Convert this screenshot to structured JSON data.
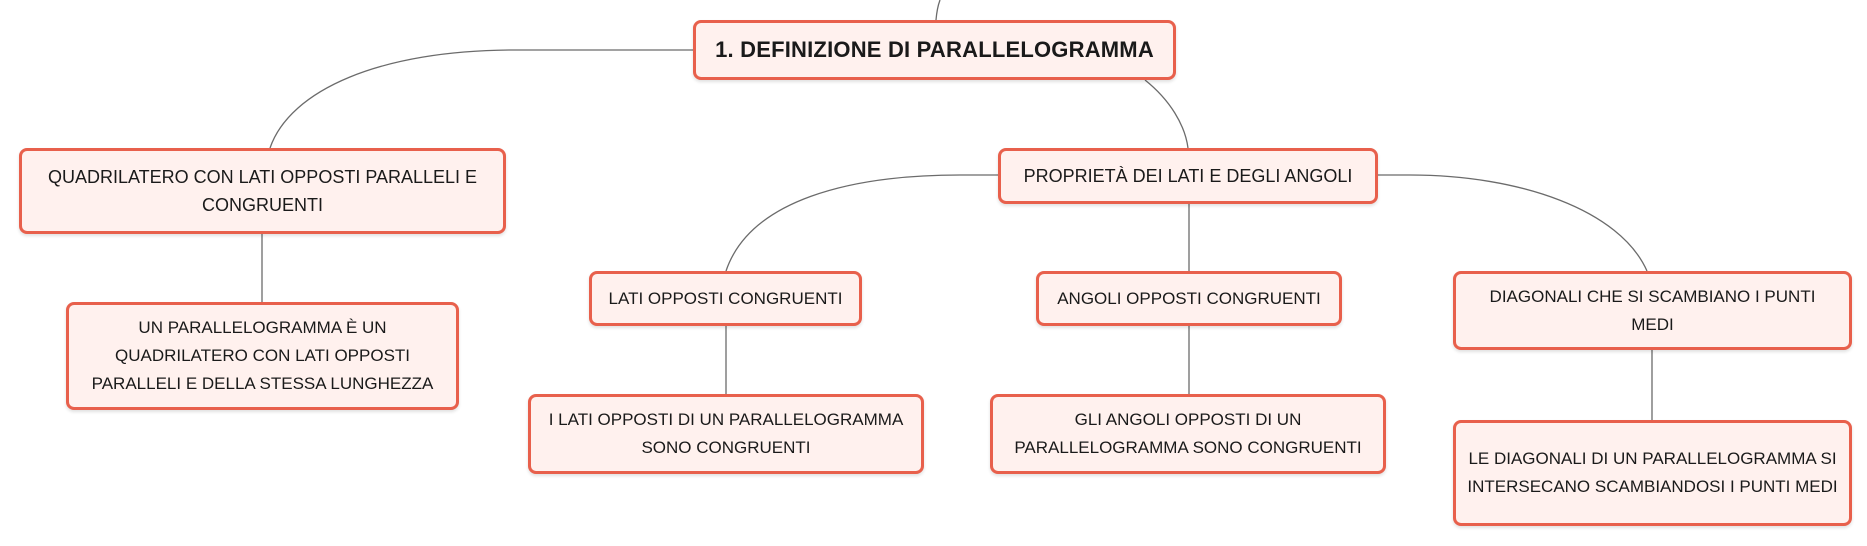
{
  "diagram": {
    "nodes": {
      "root": "1. DEFINIZIONE DI PARALLELOGRAMMA",
      "def": "QUADRILATERO CON LATI OPPOSTI PARALLELI E CONGRUENTI",
      "def_child": "UN PARALLELOGRAMMA È UN QUADRILATERO CON LATI OPPOSTI PARALLELI E DELLA STESSA LUNGHEZZA",
      "prop": "PROPRIETÀ DEI LATI E DEGLI ANGOLI",
      "lati": "LATI OPPOSTI CONGRUENTI",
      "lati_child": "I LATI OPPOSTI DI UN PARALLELOGRAMMA SONO CONGRUENTI",
      "angoli": "ANGOLI OPPOSTI CONGRUENTI",
      "angoli_child": "GLI ANGOLI OPPOSTI DI UN PARALLELOGRAMMA SONO CONGRUENTI",
      "diag": "DIAGONALI CHE SI SCAMBIANO I PUNTI MEDI",
      "diag_child": "LE DIAGONALI DI UN PARALLELOGRAMMA SI INTERSECANO SCAMBIANDOSI I PUNTI MEDI"
    },
    "colors": {
      "node_fill": "#fff1ee",
      "node_border": "#e8604c",
      "connector": "#6b6b6b",
      "text": "#1a1a1a"
    }
  }
}
